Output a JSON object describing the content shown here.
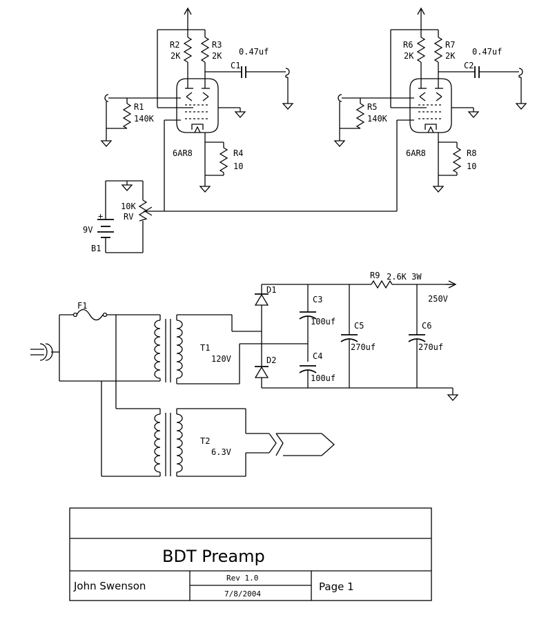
{
  "preamp": {
    "left_channel": {
      "r_plate_a": {
        "ref": "R2",
        "value": "2K"
      },
      "r_plate_b": {
        "ref": "R3",
        "value": "2K"
      },
      "c_out": {
        "ref": "C1",
        "value": "0.47uf"
      },
      "r_grid": {
        "ref": "R1",
        "value": "140K"
      },
      "r_cathode": {
        "ref": "R4",
        "value": "10"
      },
      "tube": "6AR8"
    },
    "right_channel": {
      "r_plate_a": {
        "ref": "R6",
        "value": "2K"
      },
      "r_plate_b": {
        "ref": "R7",
        "value": "2K"
      },
      "c_out": {
        "ref": "C2",
        "value": "0.47uf"
      },
      "r_grid": {
        "ref": "R5",
        "value": "140K"
      },
      "r_cathode": {
        "ref": "R8",
        "value": "10"
      },
      "tube": "6AR8"
    },
    "pot": {
      "value": "10K",
      "ref": "RV"
    },
    "battery": {
      "value": "9V",
      "ref": "B1",
      "plus": "+"
    }
  },
  "power_supply": {
    "fuse": "F1",
    "t1": {
      "ref": "T1",
      "voltage": "120V"
    },
    "t2": {
      "ref": "T2",
      "voltage": "6.3V"
    },
    "d1": "D1",
    "d2": "D2",
    "c3": {
      "ref": "C3",
      "value": "100uf"
    },
    "c4": {
      "ref": "C4",
      "value": "100uf"
    },
    "c5": {
      "ref": "C5",
      "value": "270uf"
    },
    "c6": {
      "ref": "C6",
      "value": "270uf"
    },
    "r9": {
      "ref": "R9",
      "value": "2.6K 3W"
    },
    "output": "250V"
  },
  "title_block": {
    "title": "BDT Preamp",
    "author": "John Swenson",
    "revision": "Rev 1.0",
    "date": "7/8/2004",
    "page": "Page 1"
  }
}
